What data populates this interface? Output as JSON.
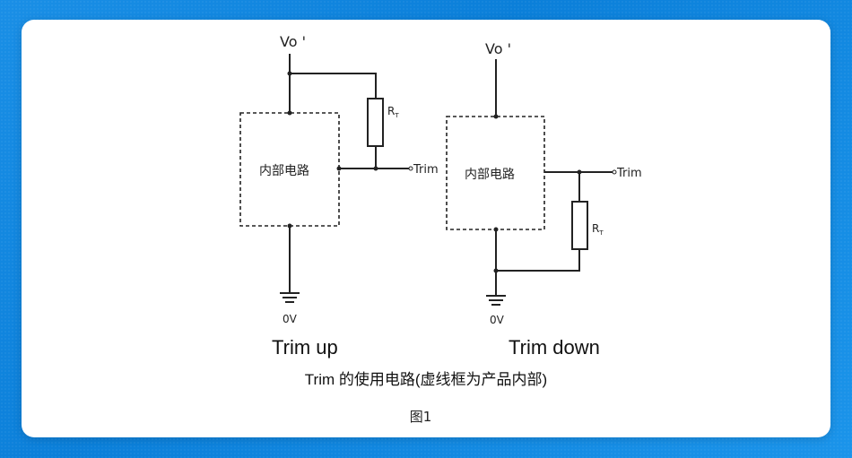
{
  "diagram": {
    "left": {
      "vo_label": "Vo '",
      "block_label": "内部电路",
      "rt_label": "R",
      "rt_sub": "T",
      "trim_label": "Trim",
      "ground_label": "0V",
      "title": "Trim up"
    },
    "right": {
      "vo_label": "Vo '",
      "block_label": "内部电路",
      "rt_label": "R",
      "rt_sub": "T",
      "trim_label": "Trim",
      "ground_label": "0V",
      "title": "Trim down"
    },
    "caption": "Trim 的使用电路(虚线框为产品内部)",
    "figure_label": "图1"
  }
}
